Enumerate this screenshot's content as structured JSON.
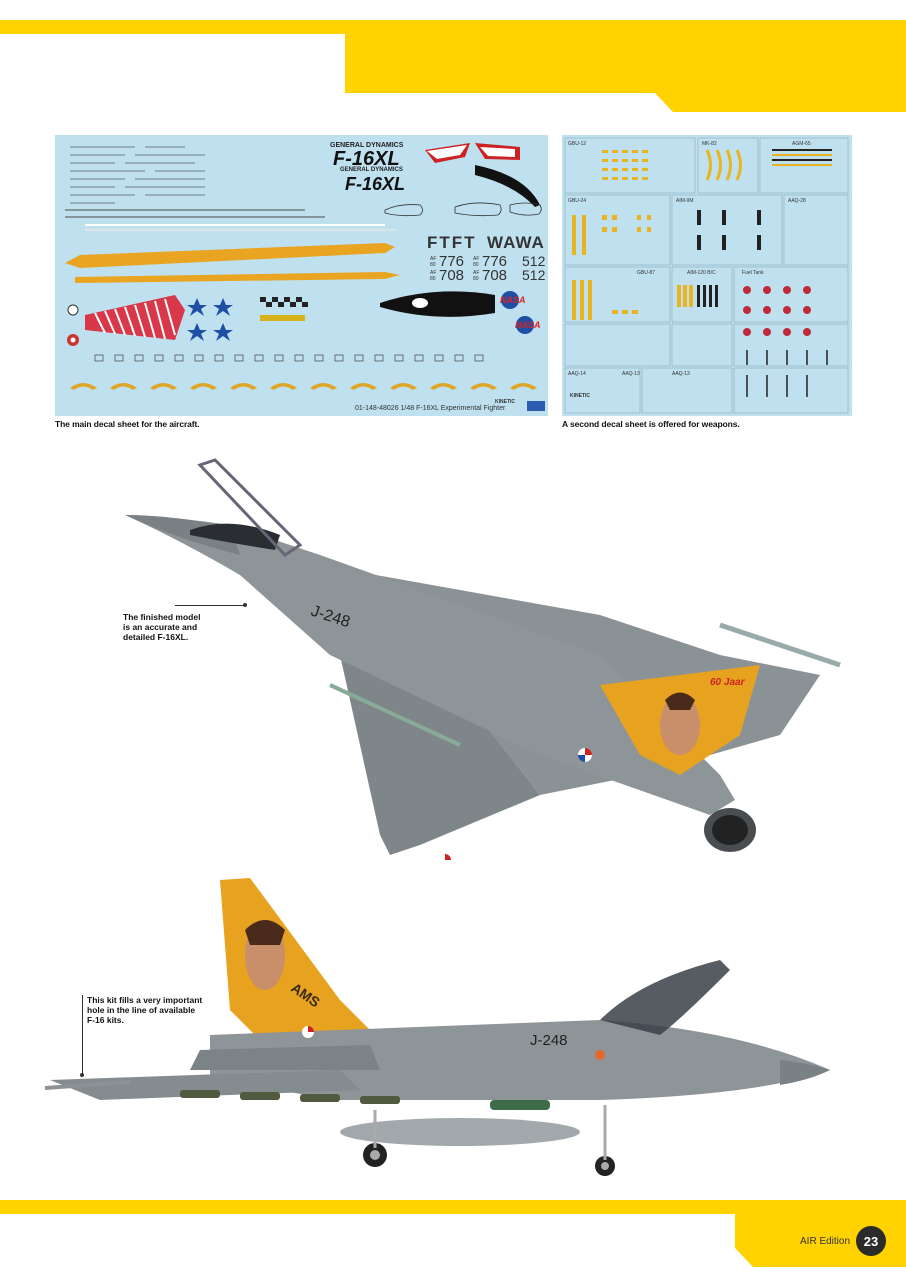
{
  "captions": {
    "main_decal": "The main decal sheet for the aircraft.",
    "weapons_decal": "A second decal sheet is offered for weapons."
  },
  "callouts": {
    "finished_model": [
      "The finished model",
      "is an accurate and",
      "detailed F-16XL."
    ],
    "kit_fills": [
      "This kit fills a very important",
      "hole in the line of available",
      "F-16 kits."
    ]
  },
  "decal_sheet_main": {
    "brand_line_1": "GENERAL DYNAMICS",
    "logo_1": "F-16XL",
    "brand_line_2": "GENERAL DYNAMICS",
    "logo_2": "F-16XL",
    "codes_1": "FTFT",
    "codes_2": "WAWA",
    "serial_a": "776",
    "serial_b": "708",
    "af_prefix": "AF",
    "af_year": "80",
    "tail_number": "512",
    "nasa": "NASA",
    "footer": "01-148-48026 1/48 F-16XL Experimental Fighter",
    "maker": "KINETIC"
  },
  "decal_sheet_weapons": {
    "labels": [
      "GBU-12",
      "MK-82",
      "AGM-65",
      "GBU-24",
      "AIM-9M",
      "AAQ-28",
      "GBU-87",
      "AIM-120 B/C",
      "Fuel Tank",
      "AAQ-14",
      "AAQ-13",
      "AAQ-13"
    ],
    "maker": "KINETIC"
  },
  "aircraft_markings": {
    "code_top": "J-248",
    "code_side": "J-248",
    "fin_art_text": "60 Jaar",
    "fin_letters": "AMS"
  },
  "folio": {
    "publication": "AIR Edition",
    "page_number": "23"
  },
  "colors": {
    "accent_yellow": "#ffd200",
    "decal_background": "#bfe0ef",
    "model_grey": "#8c9396",
    "folio_circle": "#2b2b2b"
  }
}
